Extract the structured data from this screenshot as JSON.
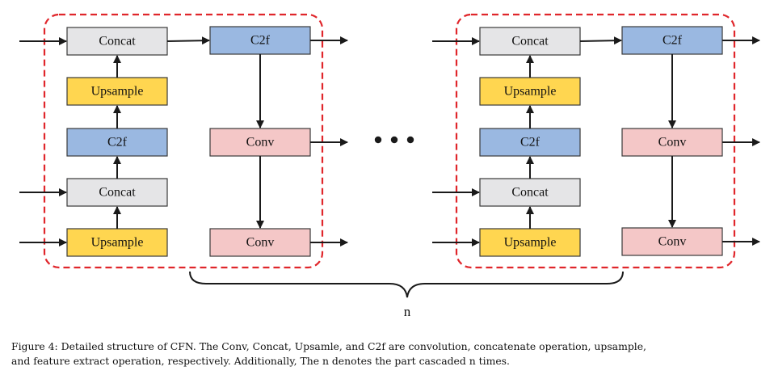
{
  "colors": {
    "concat": "#e5e5e7",
    "upsample": "#ffd650",
    "c2f": "#9ab8e1",
    "conv": "#f4c7c7",
    "dashed_border": "#e0262b",
    "arrow": "#1a1a1a"
  },
  "modules": [
    {
      "left": {
        "concat_top": "Concat",
        "upsample_top": "Upsample",
        "c2f": "C2f",
        "concat_bottom": "Concat",
        "upsample_bottom": "Upsample"
      },
      "right": {
        "c2f": "C2f",
        "conv_middle": "Conv",
        "conv_bottom": "Conv"
      }
    },
    {
      "left": {
        "concat_top": "Concat",
        "upsample_top": "Upsample",
        "c2f": "C2f",
        "concat_bottom": "Concat",
        "upsample_bottom": "Upsample"
      },
      "right": {
        "c2f": "C2f",
        "conv_middle": "Conv",
        "conv_bottom": "Conv"
      }
    }
  ],
  "brace_label": "n",
  "caption": {
    "line1": "Figure 4: Detailed structure of CFN. The Conv, Concat, Upsamle, and C2f are convolution, concatenate operation, upsample,",
    "line2": "and feature extract operation, respectively. Additionally, The n denotes the part cascaded n times."
  }
}
